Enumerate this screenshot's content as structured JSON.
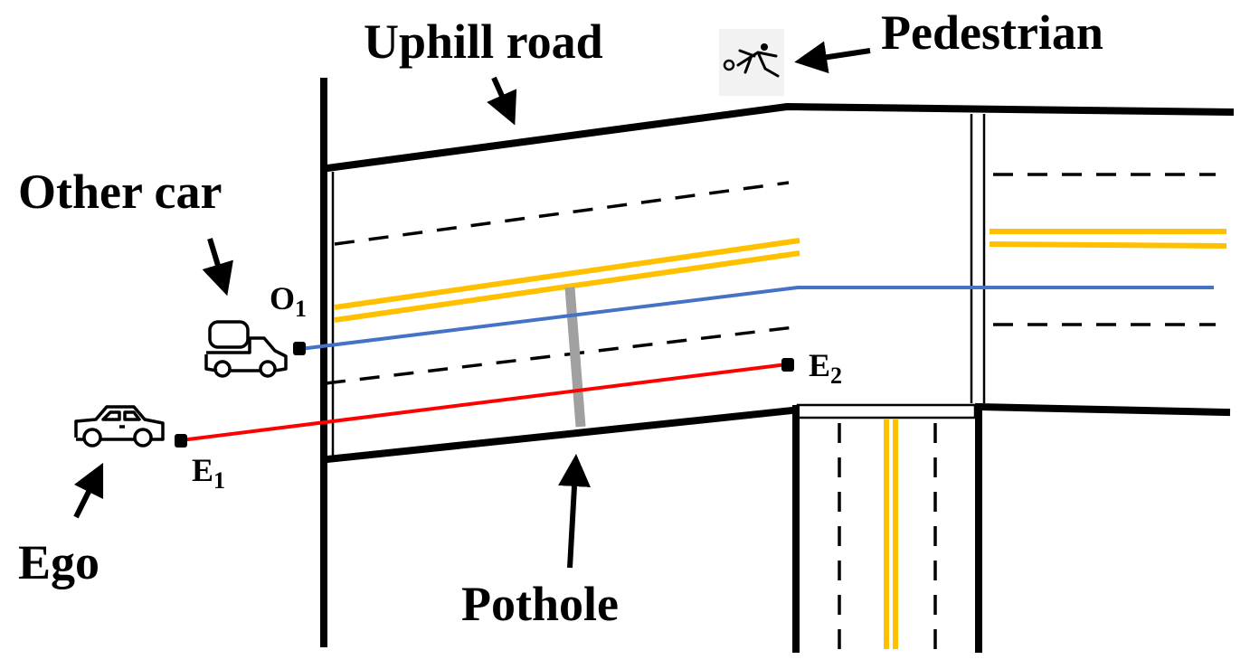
{
  "labels": {
    "uphill_road": "Uphill road",
    "pedestrian": "Pedestrian",
    "other_car": "Other car",
    "ego": "Ego",
    "pothole": "Pothole"
  },
  "points": {
    "o1": {
      "letter": "O",
      "sub": "1"
    },
    "e1": {
      "letter": "E",
      "sub": "1"
    },
    "e2": {
      "letter": "E",
      "sub": "2"
    }
  },
  "colors": {
    "road": "#000000",
    "centerline": "#FFC000",
    "other_car_path": "#4472C4",
    "ego_path": "#FF0000",
    "pothole": "#A0A0A0"
  },
  "icons": [
    "pedestrian-icon",
    "truck-icon",
    "car-icon"
  ]
}
